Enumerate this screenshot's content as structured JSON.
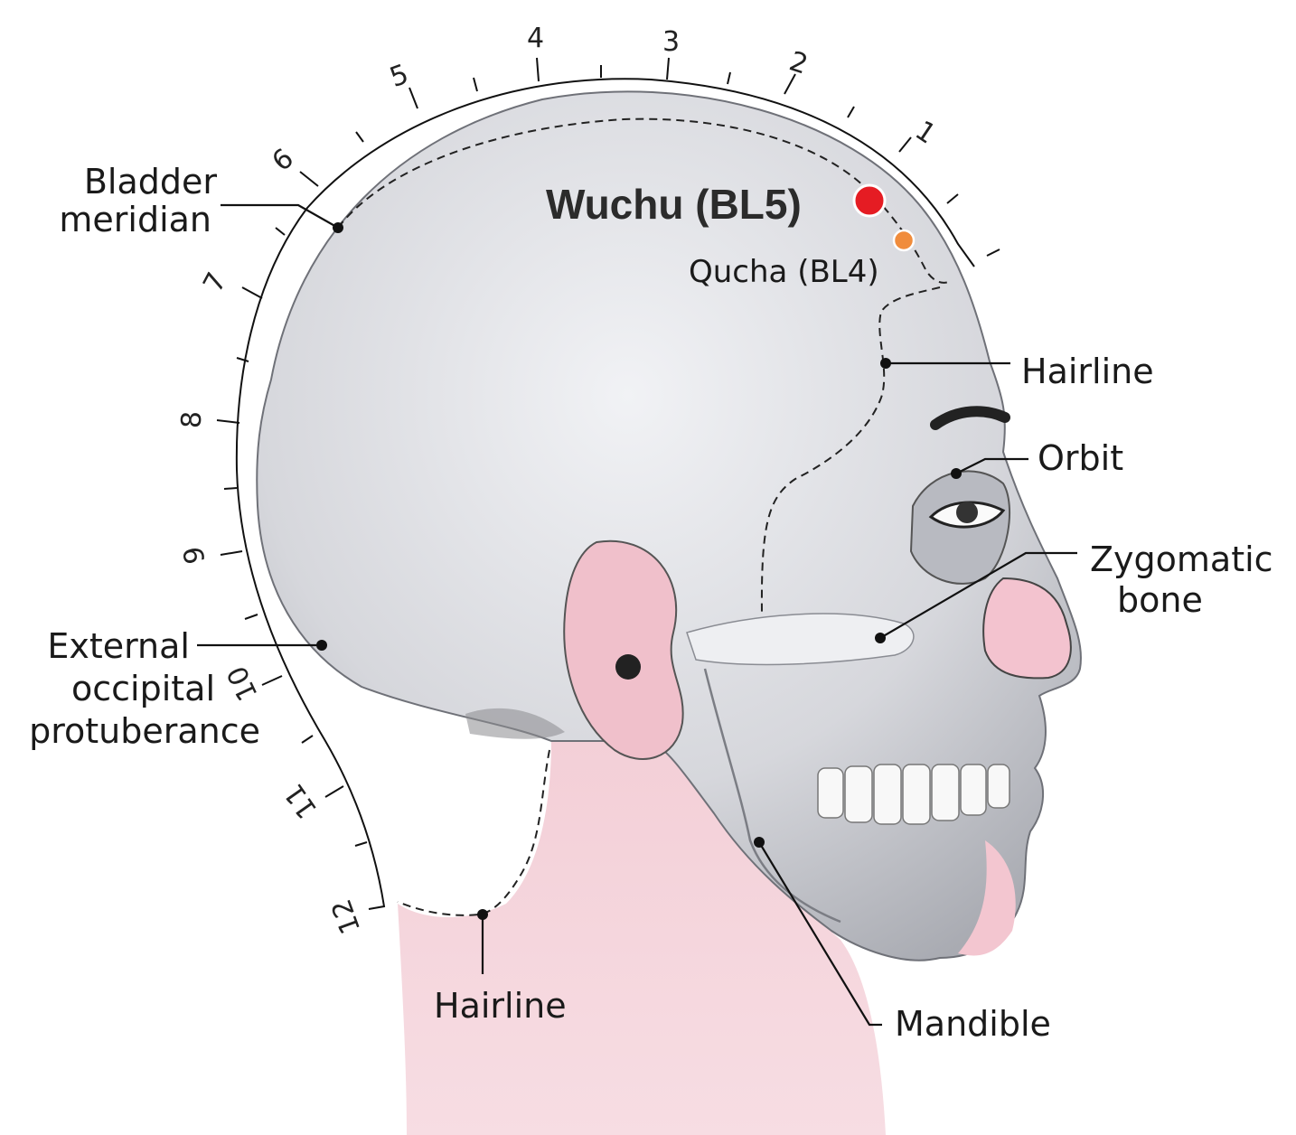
{
  "acupoint": {
    "name": "Wuchu (BL5)",
    "color": "#e51c23",
    "neighbor": {
      "name": "Qucha (BL4)",
      "color": "#f08c3c"
    }
  },
  "labels": {
    "bladder_line1": "Bladder",
    "bladder_line2": "meridian",
    "hairline_front": "Hairline",
    "orbit": "Orbit",
    "zygomatic_line1": "Zygomatic",
    "zygomatic_line2": "bone",
    "occipital_line1": "External",
    "occipital_line2": "occipital",
    "occipital_line3": "protuberance",
    "hairline_back": "Hairline",
    "mandible": "Mandible"
  },
  "scale": {
    "ticks": [
      "1",
      "2",
      "3",
      "4",
      "5",
      "6",
      "7",
      "8",
      "9",
      "10",
      "11",
      "12"
    ]
  },
  "colors": {
    "skull": "#d9dadf",
    "skin_pink": "#f2c9d2",
    "outline": "#111111"
  }
}
